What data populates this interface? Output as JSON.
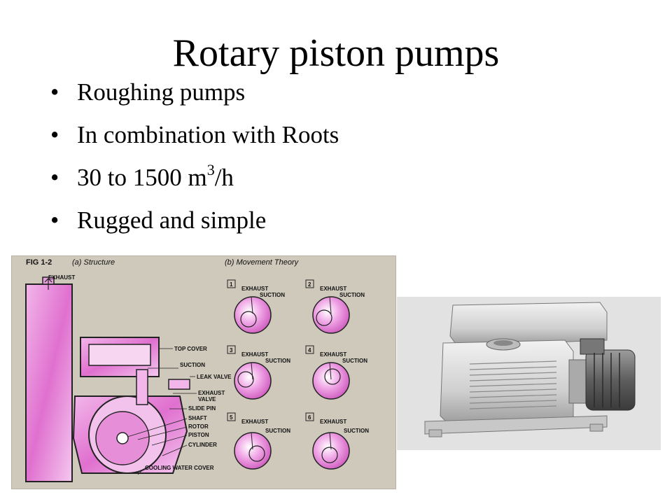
{
  "slide": {
    "title": "Rotary piston pumps",
    "bullets": [
      {
        "text": "Roughing pumps"
      },
      {
        "text": "In combination with Roots"
      },
      {
        "text_before": "30 to 1500 m",
        "sup": "3",
        "text_after": "/h"
      },
      {
        "text": "Rugged and simple"
      }
    ]
  },
  "diagram": {
    "fig": "FIG 1-2",
    "structure_heading": "(a) Structure",
    "movement_heading": "(b) Movement Theory",
    "labels": {
      "exhaust": "EXHAUST",
      "top_cover": "TOP COVER",
      "suction": "SUCTION",
      "leak_valve": "LEAK VALVE",
      "exhaust_valve_1": "EXHAUST",
      "exhaust_valve_2": "VALVE",
      "slide_pin": "SLIDE PIN",
      "shaft": "SHAFT",
      "rotor": "ROTOR",
      "piston": "PISTON",
      "cylinder": "CYLINDER",
      "cooling_water_cover": "COOLING WATER COVER"
    },
    "steps": [
      {
        "num": "1",
        "exhaust": "EXHAUST",
        "suction": "SUCTION"
      },
      {
        "num": "2",
        "exhaust": "EXHAUST",
        "suction": "SUCTION"
      },
      {
        "num": "3",
        "exhaust": "EXHAUST",
        "suction": "SUCTION"
      },
      {
        "num": "4",
        "exhaust": "EXHAUST",
        "suction": "SUCTION"
      },
      {
        "num": "5",
        "exhaust": "EXHAUST",
        "suction": "SUCTION"
      },
      {
        "num": "6",
        "exhaust": "EXHAUST",
        "suction": "SUCTION"
      }
    ],
    "colors": {
      "pink": "#e58fd6",
      "panel": "#cfc9bc",
      "line": "#222222"
    }
  }
}
